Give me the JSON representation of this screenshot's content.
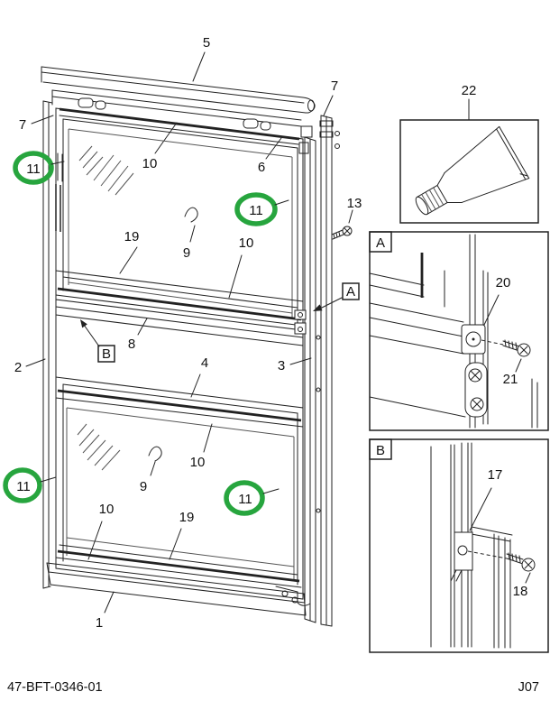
{
  "footer": {
    "drawing_number": "47-BFT-0346-01",
    "page_code": "J07"
  },
  "callouts": {
    "n1": "1",
    "n2": "2",
    "n3": "3",
    "n4": "4",
    "n5": "5",
    "n6": "6",
    "n7": "7",
    "n8": "8",
    "n9": "9",
    "n10": "10",
    "n11": "11",
    "n13": "13",
    "n17": "17",
    "n18": "18",
    "n19": "19",
    "n20": "20",
    "n21": "21",
    "n22": "22"
  },
  "view_markers": {
    "a": "A",
    "b": "B"
  },
  "highlight": {
    "highlighted_callout": "11",
    "color": "#27a53e"
  },
  "colors": {
    "line": "#222222",
    "glass_line": "#555555",
    "background": "#ffffff"
  }
}
